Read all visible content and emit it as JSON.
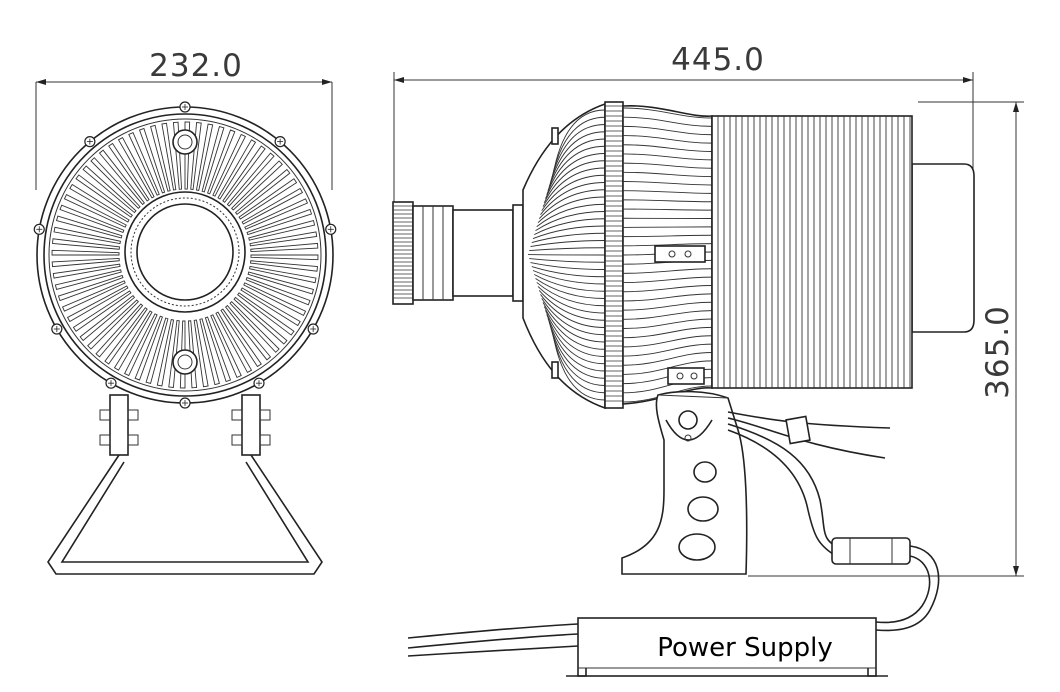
{
  "dimensions": {
    "front_width": "232.0",
    "side_length": "445.0",
    "side_height": "365.0"
  },
  "labels": {
    "power_supply": "Power Supply"
  },
  "colors": {
    "line": "#222222",
    "dimension_text": "#3a3a3a",
    "background": "#ffffff"
  }
}
